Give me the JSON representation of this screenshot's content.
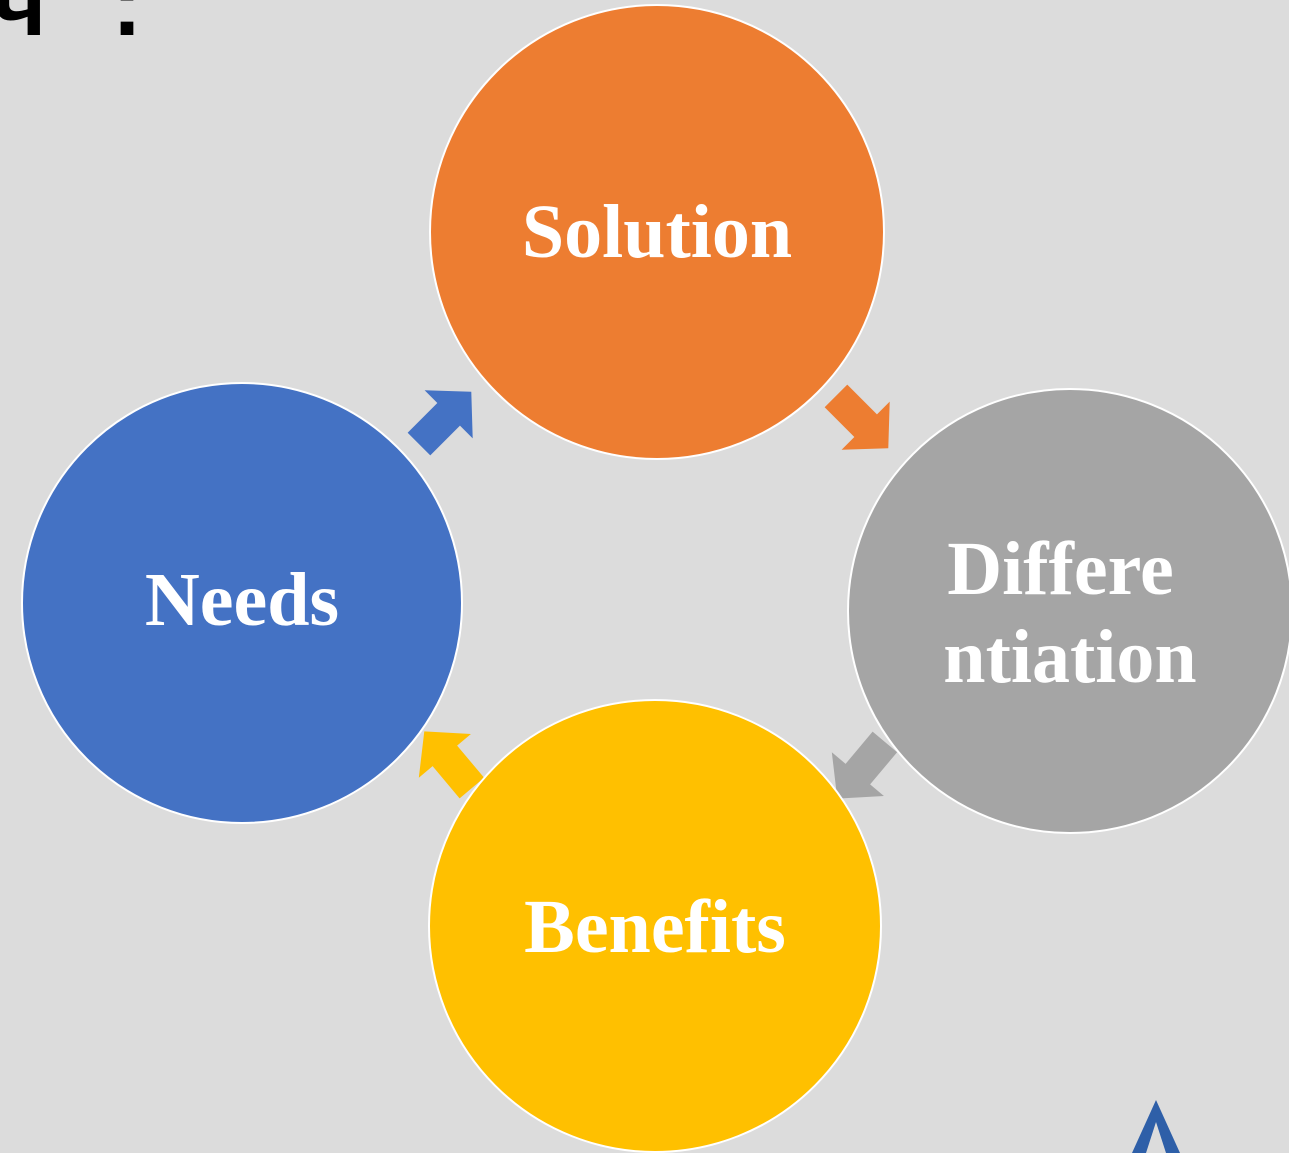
{
  "corner_fragment": "ч :",
  "diagram": {
    "type": "cycle",
    "nodes": [
      {
        "id": "solution",
        "lines": [
          "Solution"
        ],
        "color": "#ed7d31"
      },
      {
        "id": "differentiation",
        "lines": [
          "Differe",
          "ntiation"
        ],
        "color": "#a5a5a5"
      },
      {
        "id": "benefits",
        "lines": [
          "Benefits"
        ],
        "color": "#ffc000"
      },
      {
        "id": "needs",
        "lines": [
          "Needs"
        ],
        "color": "#4472c4"
      }
    ],
    "arrows": [
      {
        "from": "solution",
        "to": "differentiation",
        "color": "#ed7d31"
      },
      {
        "from": "differentiation",
        "to": "benefits",
        "color": "#a5a5a5"
      },
      {
        "from": "benefits",
        "to": "needs",
        "color": "#ffc000"
      },
      {
        "from": "needs",
        "to": "solution",
        "color": "#4472c4"
      }
    ]
  },
  "logo": {
    "icon": "triangle-logo-icon",
    "color": "#2e5fa8"
  }
}
